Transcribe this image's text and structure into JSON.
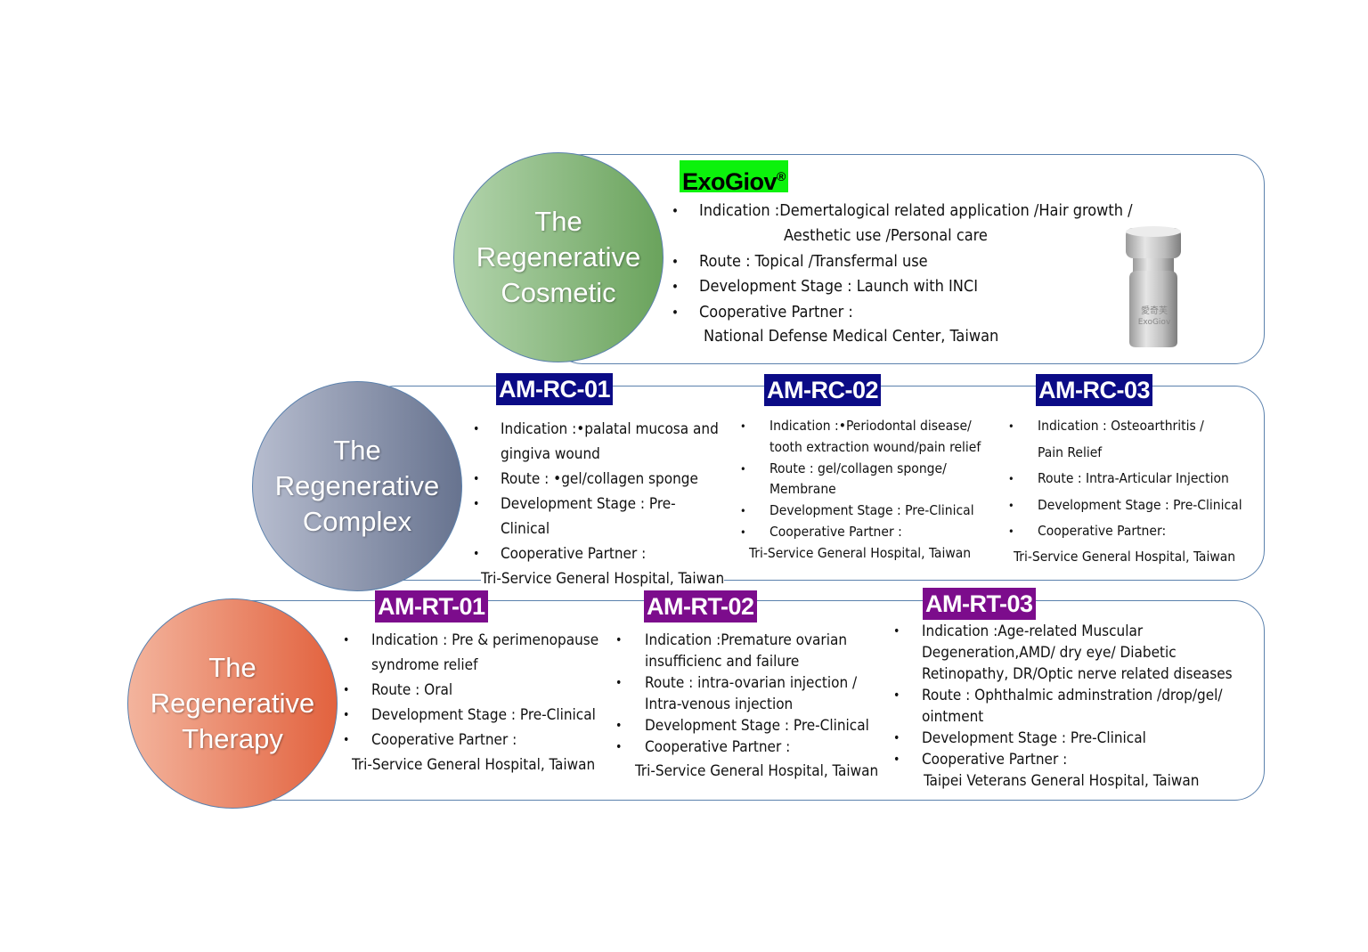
{
  "sections": [
    {
      "category": [
        "The",
        "Regenerative",
        "Cosmetic"
      ],
      "color": "#6aa35c",
      "products": [
        {
          "name": "ExoGiov",
          "mark": "®",
          "badge_color": "#0cf20c",
          "items": [
            [
              "Indication :Demertalogical  related application /Hair growth /",
              "Aesthetic use /Personal care"
            ],
            [
              "Route : Topical /Transfermal use"
            ],
            [
              "Development Stage : Launch with INCI"
            ],
            [
              "Cooperative Partner :"
            ]
          ],
          "partner": "National Defense Medical Center, Taiwan",
          "vial_label": [
            "愛奇芙",
            "ExoGiov"
          ]
        }
      ]
    },
    {
      "category": [
        "The",
        "Regenerative",
        "Complex"
      ],
      "color": "#67738f",
      "products": [
        {
          "name": "AM-RC-01",
          "badge_color": "#0b0b86",
          "items": [
            [
              "Indication :•palatal mucosa and",
              "gingiva wound"
            ],
            [
              "Route : •gel/collagen sponge"
            ],
            [
              "Development Stage : Pre-",
              "Clinical"
            ],
            [
              "Cooperative Partner :"
            ]
          ],
          "partner": "Tri-Service General Hospital, Taiwan"
        },
        {
          "name": "AM-RC-02",
          "badge_color": "#0b0b86",
          "items": [
            [
              "Indication :•Periodontal disease/",
              "tooth extraction wound/pain relief"
            ],
            [
              "Route : gel/collagen sponge/",
              "Membrane"
            ],
            [
              "Development Stage : Pre-Clinical"
            ],
            [
              "Cooperative Partner :"
            ]
          ],
          "partner": "Tri-Service General Hospital, Taiwan"
        },
        {
          "name": "AM-RC-03",
          "badge_color": "#0b0b86",
          "items": [
            [
              "Indication : Osteoarthritis /",
              "Pain Relief"
            ],
            [
              "Route : Intra-Articular Injection"
            ],
            [
              "Development Stage : Pre-Clinical"
            ],
            [
              "Cooperative Partner:"
            ]
          ],
          "partner": "Tri-Service General Hospital, Taiwan"
        }
      ]
    },
    {
      "category": [
        "The",
        "Regenerative",
        "Therapy"
      ],
      "color": "#e2623e",
      "products": [
        {
          "name": "AM-RT-01",
          "badge_color": "#7c0c8c",
          "items": [
            [
              "Indication : Pre & perimenopause",
              "syndrome relief"
            ],
            [
              "Route : Oral"
            ],
            [
              "Development Stage : Pre-Clinical"
            ],
            [
              "Cooperative Partner :"
            ]
          ],
          "partner": "Tri-Service General Hospital, Taiwan"
        },
        {
          "name": "AM-RT-02",
          "badge_color": "#7c0c8c",
          "items": [
            [
              "Indication :Premature ovarian",
              "insufficienc and failure"
            ],
            [
              "Route : intra-ovarian injection /",
              "Intra-venous injection"
            ],
            [
              "Development Stage : Pre-Clinical"
            ],
            [
              "Cooperative Partner :"
            ]
          ],
          "partner": "Tri-Service General Hospital, Taiwan"
        },
        {
          "name": "AM-RT-03",
          "badge_color": "#7c0c8c",
          "items": [
            [
              "Indication :Age-related Muscular",
              "Degeneration,AMD/ dry eye/ Diabetic",
              "Retinopathy, DR/Optic nerve related diseases"
            ],
            [
              "Route : Ophthalmic adminstration /drop/gel/",
              "ointment"
            ],
            [
              "Development Stage : Pre-Clinical"
            ],
            [
              "Cooperative Partner :"
            ]
          ],
          "partner": "Taipei Veterans General Hospital, Taiwan"
        }
      ]
    }
  ]
}
